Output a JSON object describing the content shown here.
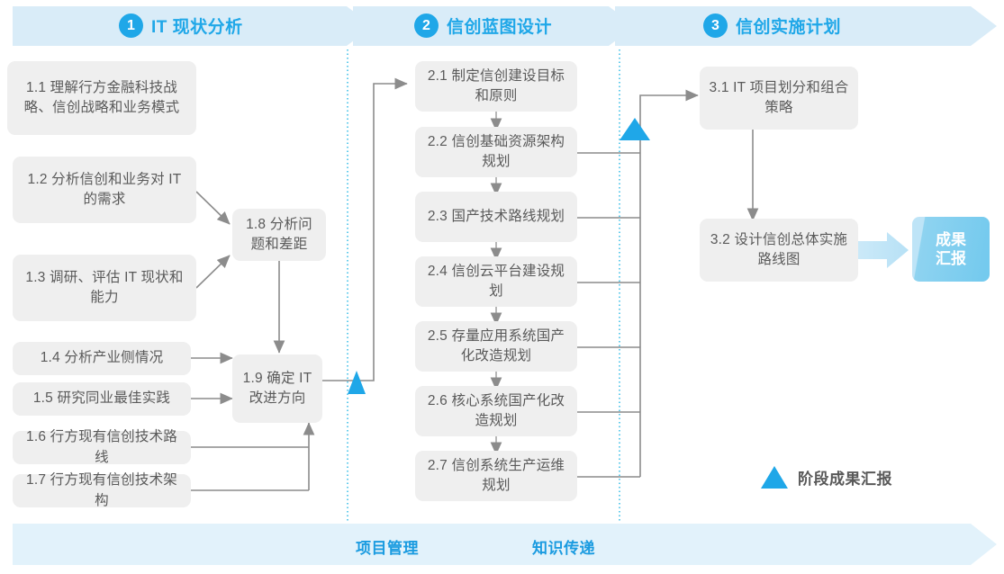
{
  "header": {
    "phases": [
      {
        "num": "1",
        "title": "IT 现状分析"
      },
      {
        "num": "2",
        "title": "信创蓝图设计"
      },
      {
        "num": "3",
        "title": "信创实施计划"
      }
    ]
  },
  "colors": {
    "accent_blue": "#1FA7E8",
    "header_band": "#D9ECF8",
    "node_grey": "#EFEFEF",
    "node_text": "#5A5A5A",
    "connector_grey": "#8C8C8C",
    "divider_dotted": "#3FC0E8",
    "footer_band": "#E2F2FB",
    "badge_blue": "#7FCDEF"
  },
  "phase1": {
    "nodes": [
      {
        "id": "1.1",
        "label": "1.1 理解行方金融科技战略、信创战略和业务模式"
      },
      {
        "id": "1.2",
        "label": "1.2 分析信创和业务对 IT 的需求"
      },
      {
        "id": "1.3",
        "label": "1.3 调研、评估 IT 现状和能力"
      },
      {
        "id": "1.4",
        "label": "1.4 分析产业侧情况"
      },
      {
        "id": "1.5",
        "label": "1.5 研究同业最佳实践"
      },
      {
        "id": "1.6",
        "label": "1.6 行方现有信创技术路线"
      },
      {
        "id": "1.7",
        "label": "1.7 行方现有信创技术架构"
      },
      {
        "id": "1.8",
        "label": "1.8 分析问题和差距"
      },
      {
        "id": "1.9",
        "label": "1.9 确定 IT 改进方向"
      }
    ]
  },
  "phase2": {
    "nodes": [
      {
        "id": "2.1",
        "label": "2.1 制定信创建设目标和原则"
      },
      {
        "id": "2.2",
        "label": "2.2 信创基础资源架构规划"
      },
      {
        "id": "2.3",
        "label": "2.3 国产技术路线规划"
      },
      {
        "id": "2.4",
        "label": "2.4 信创云平台建设规划"
      },
      {
        "id": "2.5",
        "label": "2.5 存量应用系统国产化改造规划"
      },
      {
        "id": "2.6",
        "label": "2.6 核心系统国产化改造规划"
      },
      {
        "id": "2.7",
        "label": "2.7 信创系统生产运维规划"
      }
    ]
  },
  "phase3": {
    "nodes": [
      {
        "id": "3.1",
        "label": "3.1 IT 项目划分和组合策略"
      },
      {
        "id": "3.2",
        "label": "3.2 设计信创总体实施路线图"
      }
    ],
    "result_badge": "成果\n汇报",
    "result_badge_line1": "成果",
    "result_badge_line2": "汇报"
  },
  "legend": {
    "milestone_label": "阶段成果汇报",
    "milestone_icon": "blue-triangle-icon"
  },
  "footer": {
    "labels": [
      "项目管理",
      "知识传递"
    ]
  }
}
